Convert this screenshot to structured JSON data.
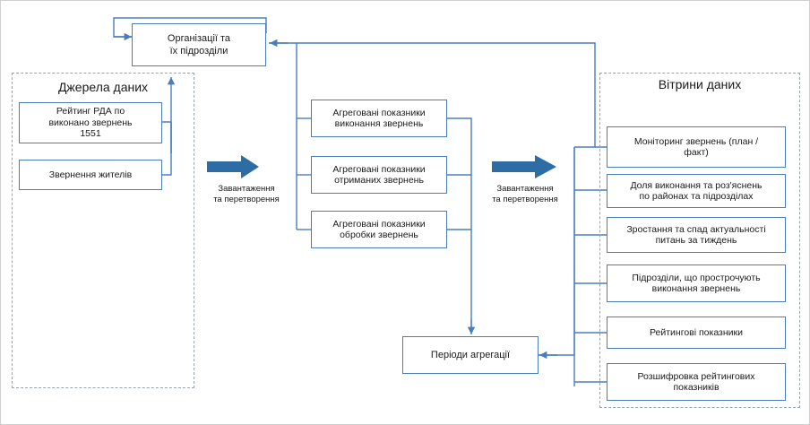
{
  "diagram": {
    "title": "",
    "accent_color": "#4a7ebb",
    "arrow_color": "#2e6da4",
    "groups": [
      {
        "id": "sources",
        "label": "Джерела даних"
      },
      {
        "id": "marts",
        "label": "Вітрини даних"
      }
    ],
    "nodes": {
      "org": "Організації та\nїх підрозділи",
      "rating_rda": "Рейтинг РДА по\nвиконано звернень\n1551",
      "citizen_appeals": "Звернення жителів",
      "agg_exec": "Агреговані показники\nвиконання звернень",
      "agg_received": "Агреговані показники\nотриманих звернень",
      "agg_processing": "Агреговані показники\nобробки звернень",
      "periods": "Періоди агрегації",
      "mart_monitoring": "Моніторинг звернень (план /\nфакт)",
      "mart_share": "Доля виконання та роз'яснень\nпо районах та підрозділах",
      "mart_trend": "Зростання та спад актуальності\nпитань за тиждень",
      "mart_overdue": "Підрозділи, що прострочують\nвиконання звернень",
      "mart_rating": "Рейтингові показники",
      "mart_rating_detail": "Розшифровка рейтингових\nпоказників"
    },
    "captions": {
      "etl_left": "Завантаження\nта перетворення",
      "etl_right": "Завантаження\nта перетворення"
    }
  }
}
